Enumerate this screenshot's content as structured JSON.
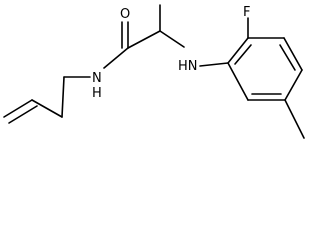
{
  "molecule": {
    "atoms": {
      "oxygen": "O",
      "fluorine": "F",
      "amide_nitrogen": "N",
      "amide_hydrogen": "H",
      "amine": "HN"
    },
    "colors": {
      "bond": "#000000",
      "label": "#000000",
      "background": "#ffffff"
    }
  }
}
